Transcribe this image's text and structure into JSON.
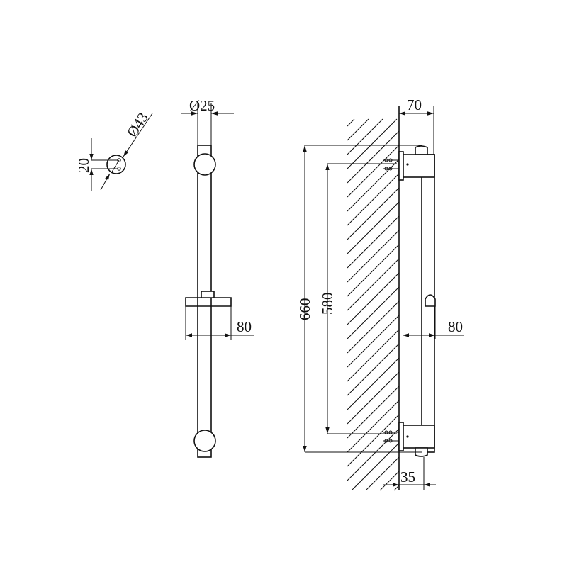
{
  "colors": {
    "line": "#111111",
    "background": "#ffffff"
  },
  "top_view": {
    "diameter_label": "Ø43",
    "spacing_label": "20"
  },
  "front_view": {
    "rail_diameter_label": "Ø25",
    "slider_depth_label": "80"
  },
  "side_view": {
    "wall_projection_label": "70",
    "overall_height_label": "660",
    "mount_spacing_label": "580",
    "slider_depth_label": "80",
    "rail_offset_label": "35"
  }
}
